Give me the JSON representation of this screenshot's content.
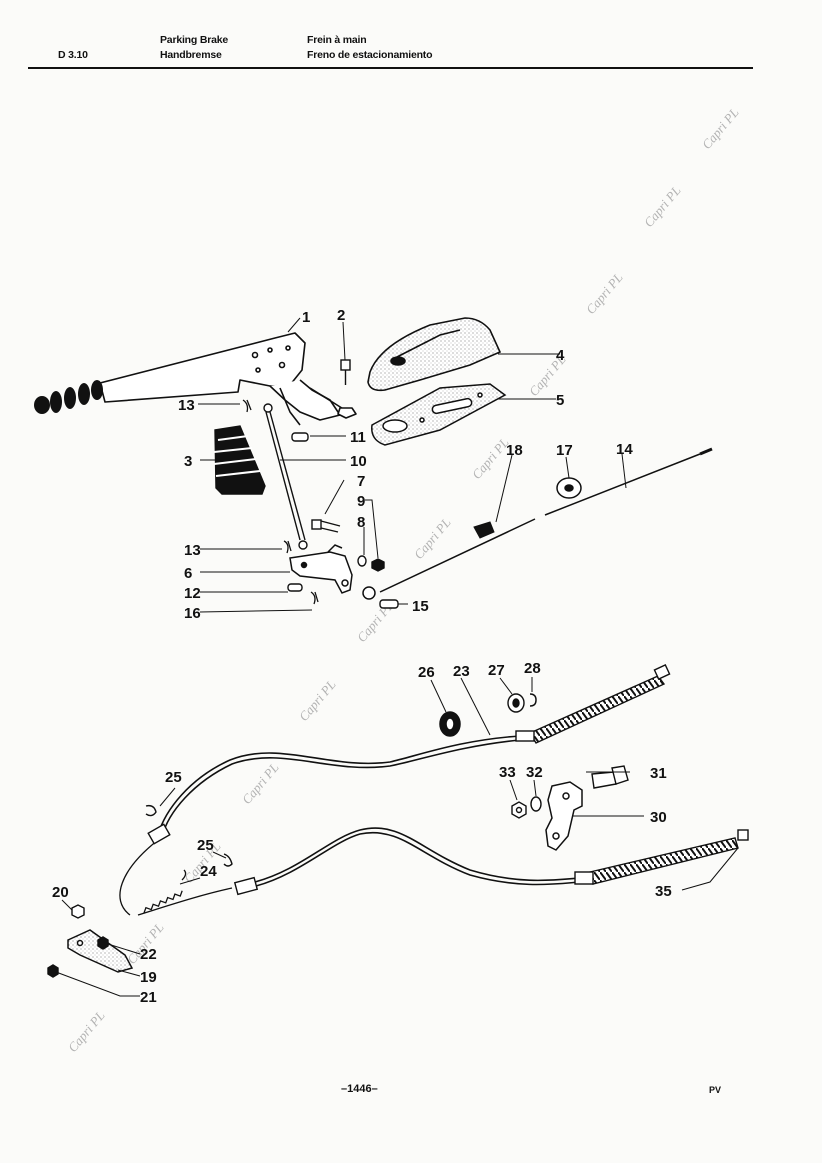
{
  "header": {
    "code": "D 3.10",
    "title_en": "Parking Brake",
    "title_de": "Handbremse",
    "title_fr": "Frein à main",
    "title_es": "Freno de estacionamiento"
  },
  "footer": {
    "page": "–1446–",
    "mark": "PV"
  },
  "watermark": "Capri PL",
  "callouts": [
    "1",
    "2",
    "3",
    "4",
    "5",
    "6",
    "7",
    "8",
    "9",
    "10",
    "11",
    "12",
    "13",
    "13",
    "14",
    "15",
    "16",
    "17",
    "18",
    "19",
    "20",
    "21",
    "22",
    "23",
    "24",
    "25",
    "25",
    "26",
    "27",
    "28",
    "30",
    "31",
    "32",
    "33",
    "35"
  ],
  "colors": {
    "ink": "#111111",
    "paper": "#fbfbf9",
    "stipple": "#9a9a9a",
    "watermark": "#b3b3b3"
  }
}
